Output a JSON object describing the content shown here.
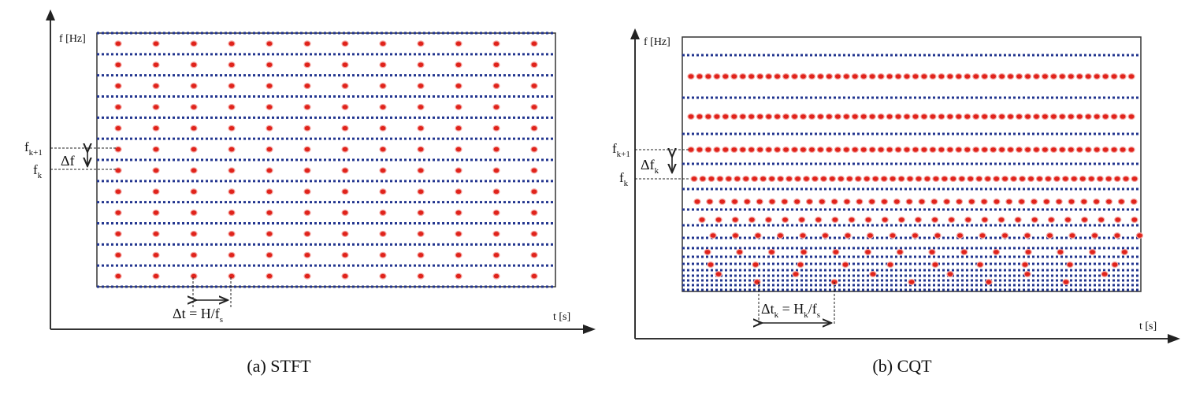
{
  "panel_a": {
    "caption": "(a) STFT",
    "y_axis_label": "f [Hz]",
    "x_axis_label": "t [s]",
    "label_f_next": "f",
    "label_f_next_sub": "k+1",
    "label_f": "f",
    "label_f_sub": "k",
    "delta_f_label": "Δf",
    "delta_t_label": "Δt = H/f",
    "delta_t_sub": "s",
    "grid": {
      "frequency_bins": 12,
      "time_frames": 12
    }
  },
  "panel_b": {
    "caption": "(b) CQT",
    "y_axis_label": "f [Hz]",
    "x_axis_label": "t [s]",
    "label_f_next": "f",
    "label_f_next_sub": "k+1",
    "label_f": "f",
    "label_f_sub": "k",
    "delta_f_label": "Δf",
    "delta_f_sub": "k",
    "delta_t_label": "Δt",
    "delta_t_sub": "k",
    "delta_t_eq": " = H",
    "delta_t_eq_sub": "k",
    "delta_t_tail": "/f",
    "delta_t_tail_sub": "s",
    "bands": [
      {
        "frames": 52
      },
      {
        "frames": 52
      },
      {
        "frames": 52
      },
      {
        "frames": 52
      },
      {
        "frames": 36
      },
      {
        "frames": 27
      },
      {
        "frames": 20
      },
      {
        "frames": 14
      },
      {
        "frames": 10
      },
      {
        "frames": 5
      }
    ]
  },
  "colors": {
    "dot_fill": "#e0231b",
    "grid_line": "#22358f",
    "axis": "#333333"
  }
}
